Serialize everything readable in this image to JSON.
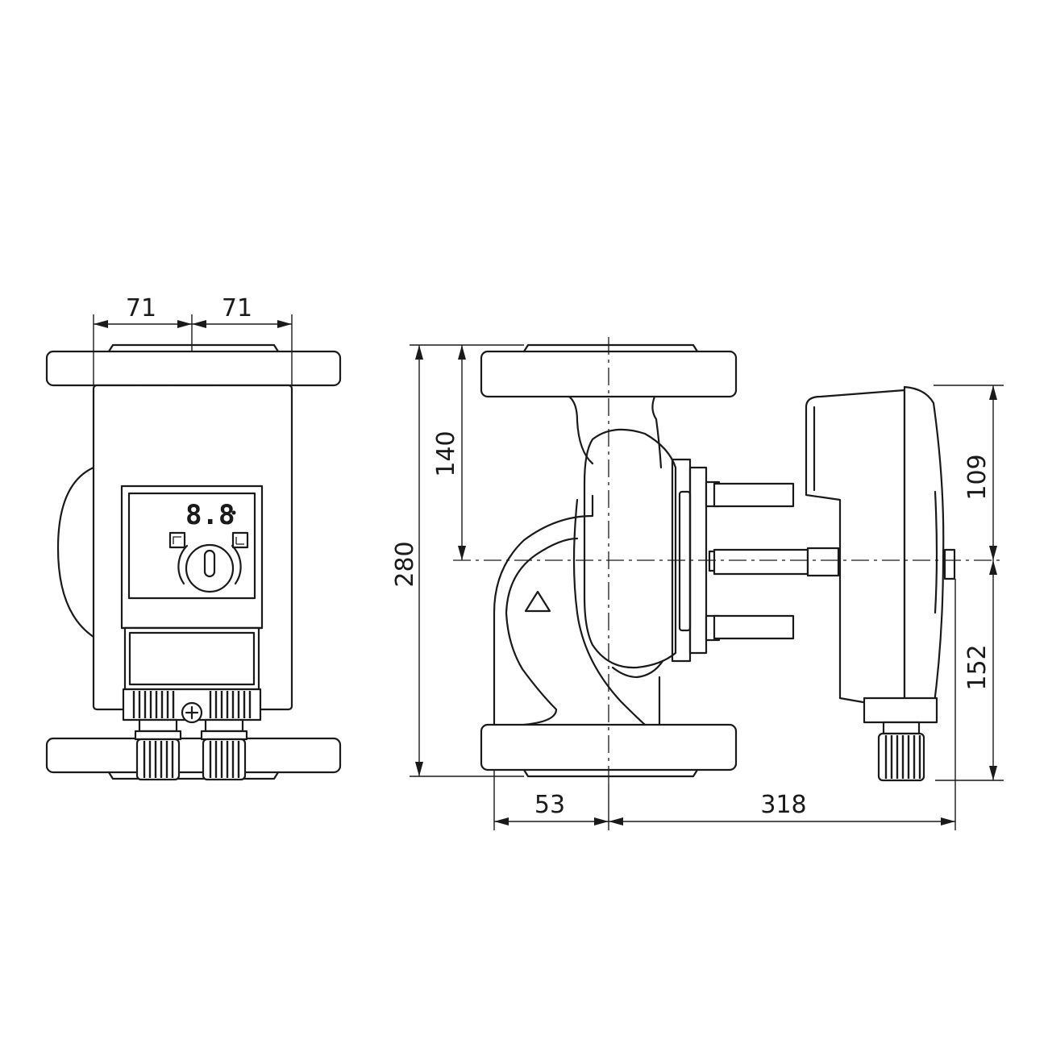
{
  "dimensions": {
    "front_flange_half_left": "71",
    "front_flange_half_right": "71",
    "overall_height": "280",
    "inlet_to_axis": "140",
    "head_top_to_axis": "109",
    "head_bottom_to_axis": "152",
    "flange_face_to_pipe_axis": "53",
    "pipe_axis_to_head_end": "318"
  },
  "display": {
    "segment_readout": "8.8"
  },
  "colors": {
    "line": "#1a1a1a",
    "background": "#ffffff"
  }
}
